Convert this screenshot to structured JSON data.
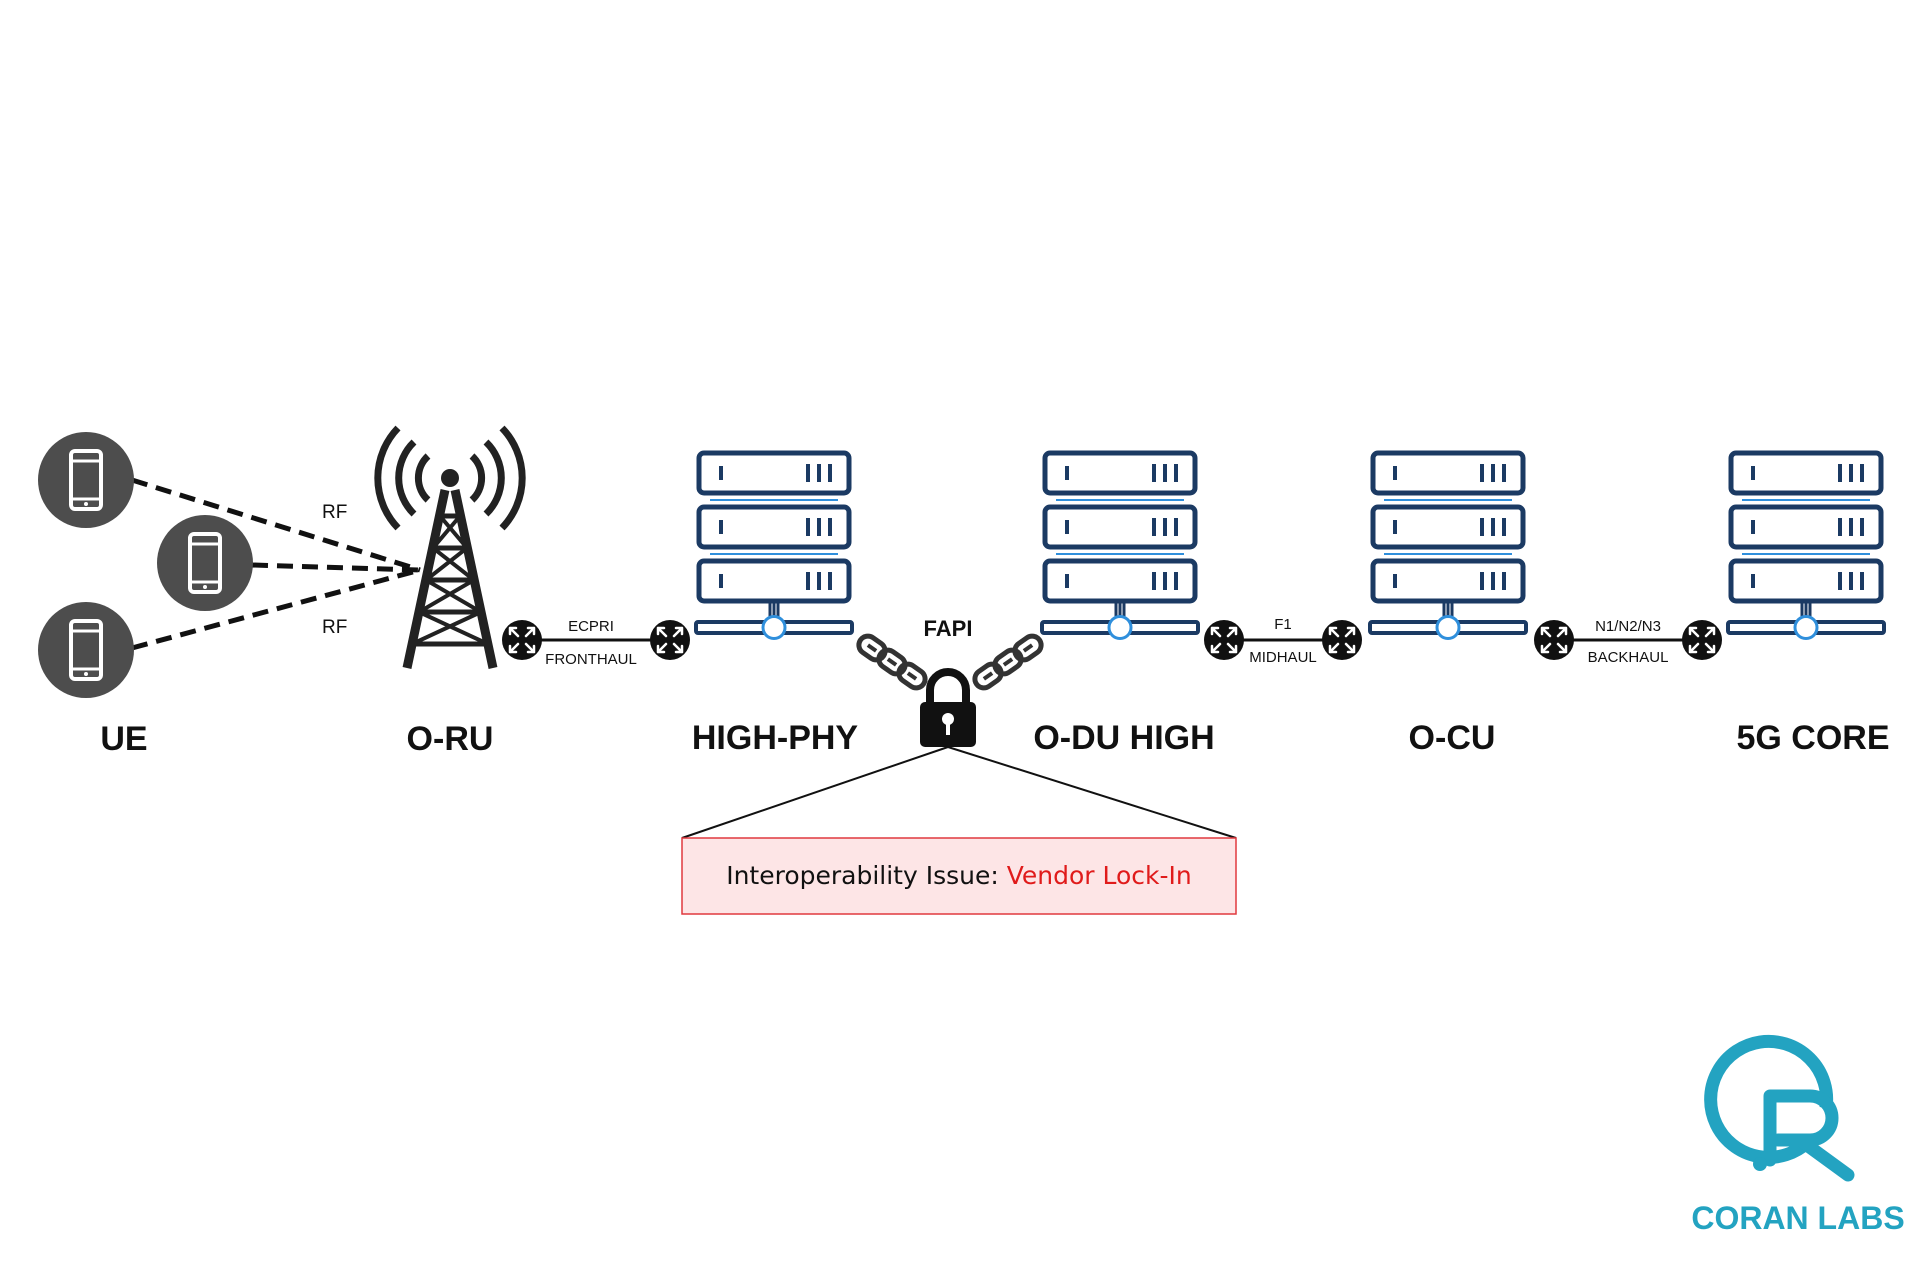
{
  "nodes": {
    "ue": "UE",
    "oru": "O-RU",
    "highphy": "HIGH-PHY",
    "oduhigh": "O-DU HIGH",
    "ocu": "O-CU",
    "core": "5G CORE"
  },
  "rf_labels": [
    "RF",
    "RF"
  ],
  "links": {
    "fronthaul": {
      "top": "ECPRI",
      "bottom": "FRONTHAUL"
    },
    "midhaul": {
      "top": "F1",
      "bottom": "MIDHAUL"
    },
    "backhaul": {
      "top": "N1/N2/N3",
      "bottom": "BACKHAUL"
    }
  },
  "fapi": "FAPI",
  "callout": {
    "prefix": "Interoperability Issue: ",
    "highlight": "Vendor Lock-In"
  },
  "brand": {
    "name": "CORAN LABS"
  },
  "colors": {
    "server": "#1b3a63",
    "port": "#2f8fdc",
    "phone_circle": "#4d4d4d",
    "router": "#111111",
    "callout_fill": "#fde5e6",
    "callout_border": "#e0383e",
    "callout_highlight": "#e01b1b",
    "brand": "#23a3c1"
  },
  "icons": [
    "phone-icon",
    "cell-tower-icon",
    "server-rack-icon",
    "router-icon",
    "padlock-icon",
    "chain-icon",
    "coran-logo-icon"
  ]
}
